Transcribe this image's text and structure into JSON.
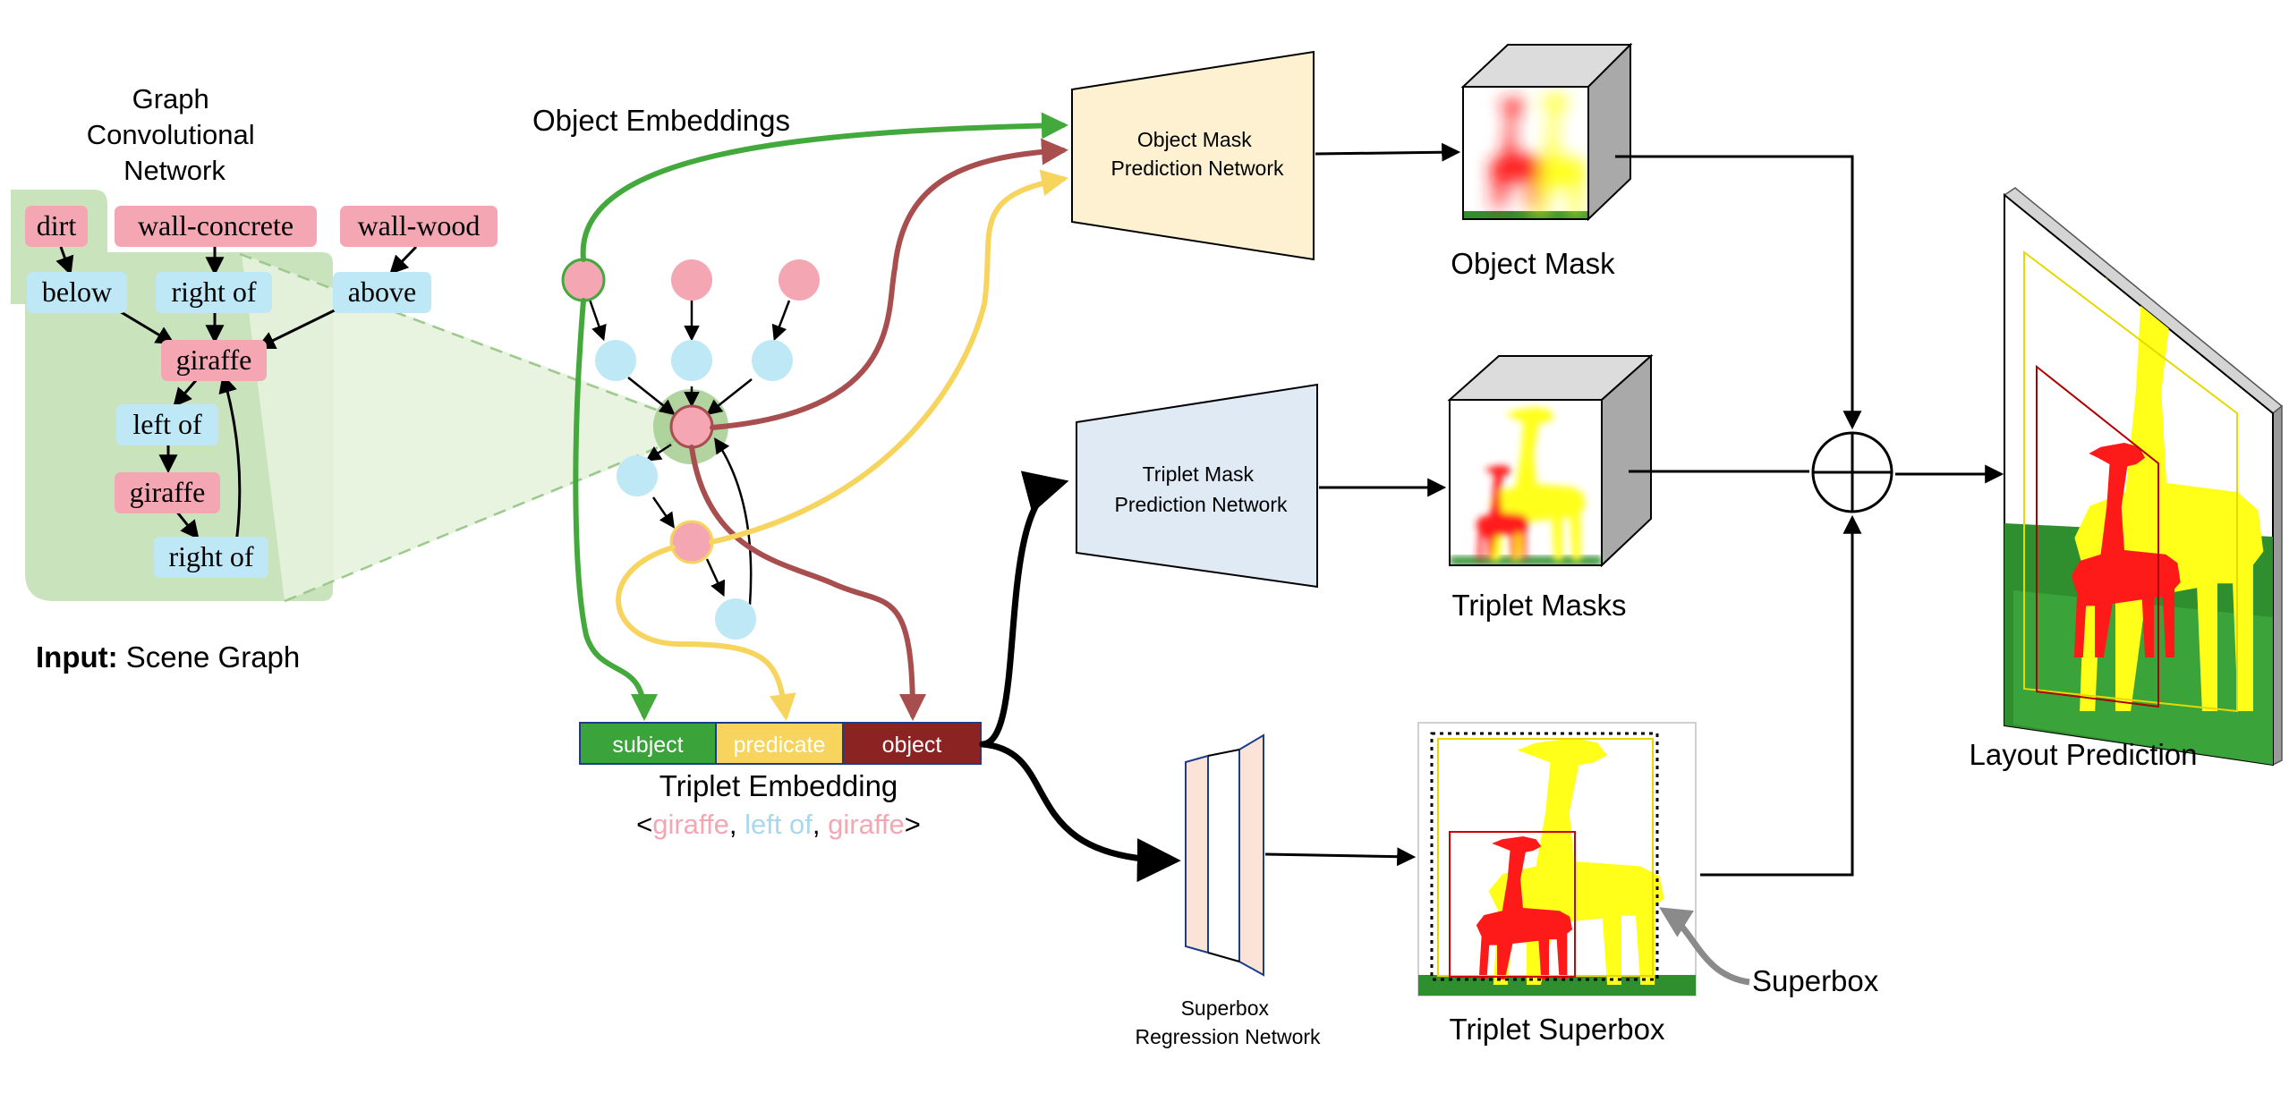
{
  "scene_graph": {
    "gcn_title": [
      "Graph",
      "Convolutional",
      "Network"
    ],
    "nodes": {
      "dirt": "dirt",
      "wall_concrete": "wall-concrete",
      "wall_wood": "wall-wood",
      "below": "below",
      "right_of_1": "right of",
      "above": "above",
      "giraffe_1": "giraffe",
      "left_of": "left of",
      "giraffe_2": "giraffe",
      "right_of_2": "right of"
    },
    "input_label_bold": "Input:",
    "input_label_rest": " Scene Graph"
  },
  "embeddings": {
    "object_embeddings": "Object Embeddings",
    "triplet_cells": {
      "subject": "subject",
      "predicate": "predicate",
      "object": "object"
    },
    "triplet_embedding_title": "Triplet Embedding",
    "triplet_example": {
      "open": "<",
      "subject": "giraffe",
      "sep1": ", ",
      "predicate": "left of",
      "sep2": ", ",
      "object": "giraffe",
      "close": ">"
    }
  },
  "networks": {
    "object_mask_net": [
      "Object Mask",
      "Prediction Network"
    ],
    "triplet_mask_net": [
      "Triplet Mask",
      "Prediction Network"
    ],
    "superbox_net": [
      "Superbox",
      "Regression Network"
    ]
  },
  "outputs": {
    "object_mask": "Object Mask",
    "triplet_masks": "Triplet Masks",
    "triplet_superbox": "Triplet Superbox",
    "superbox": "Superbox",
    "layout_prediction": "Layout Prediction"
  },
  "colors": {
    "object_node": "#f4a6b2",
    "predicate_node": "#bfe8f7",
    "subject": "#3aa33a",
    "predicate": "#f7d45e",
    "object": "#8b2323",
    "edge_green": "#43a93c",
    "edge_brown": "#a84e4e",
    "edge_yellow": "#f7d45e",
    "gcn_bg": "#c6e2b8",
    "object_net_fill": "#fdf1d2",
    "triplet_net_fill": "#dfeaf5",
    "superbox_net_fill": "#fbe4d7",
    "giraffe_red": "#ff1a1a",
    "giraffe_yellow": "#ffff1a",
    "ground_green": "#2f8f2f"
  }
}
